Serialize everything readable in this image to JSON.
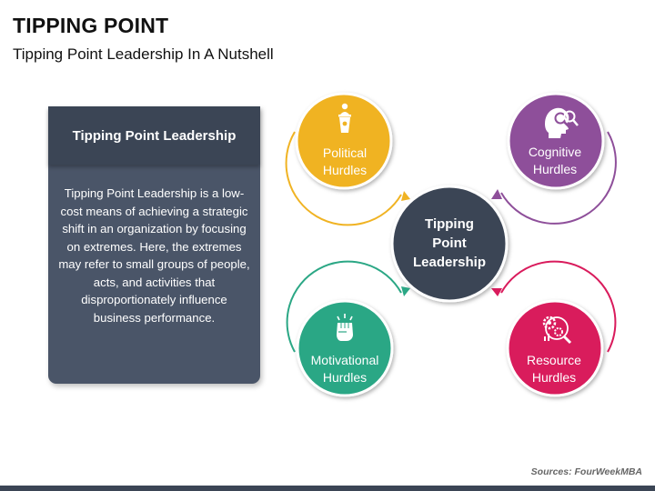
{
  "header": {
    "title": "TIPPING POINT",
    "subtitle": "Tipping Point Leadership In A Nutshell"
  },
  "info_card": {
    "title": "Tipping Point Leadership",
    "body": "Tipping Point Leadership is a low-cost means of achieving a strategic shift in an organization by focusing on extremes. Here, the extremes may refer to small groups of people, acts, and activities that disproportionately influence business performance."
  },
  "diagram": {
    "center": {
      "line1": "Tipping",
      "line2": "Point",
      "line3": "Leadership",
      "color": "#3b4555"
    },
    "nodes": [
      {
        "key": "political",
        "line1": "Political",
        "line2": "Hurdles",
        "color": "#f0b323",
        "icon": "podium-speaker-icon"
      },
      {
        "key": "cognitive",
        "line1": "Cognitive",
        "line2": "Hurdles",
        "color": "#8e4f9a",
        "icon": "head-magnifier-icon"
      },
      {
        "key": "motivational",
        "line1": "Motivational",
        "line2": "Hurdles",
        "color": "#2ba785",
        "icon": "raised-fist-icon"
      },
      {
        "key": "resource",
        "line1": "Resource",
        "line2": "Hurdles",
        "color": "#d91b5c",
        "icon": "gears-magnifier-icon"
      }
    ]
  },
  "footer": {
    "source": "Sources: FourWeekMBA"
  }
}
